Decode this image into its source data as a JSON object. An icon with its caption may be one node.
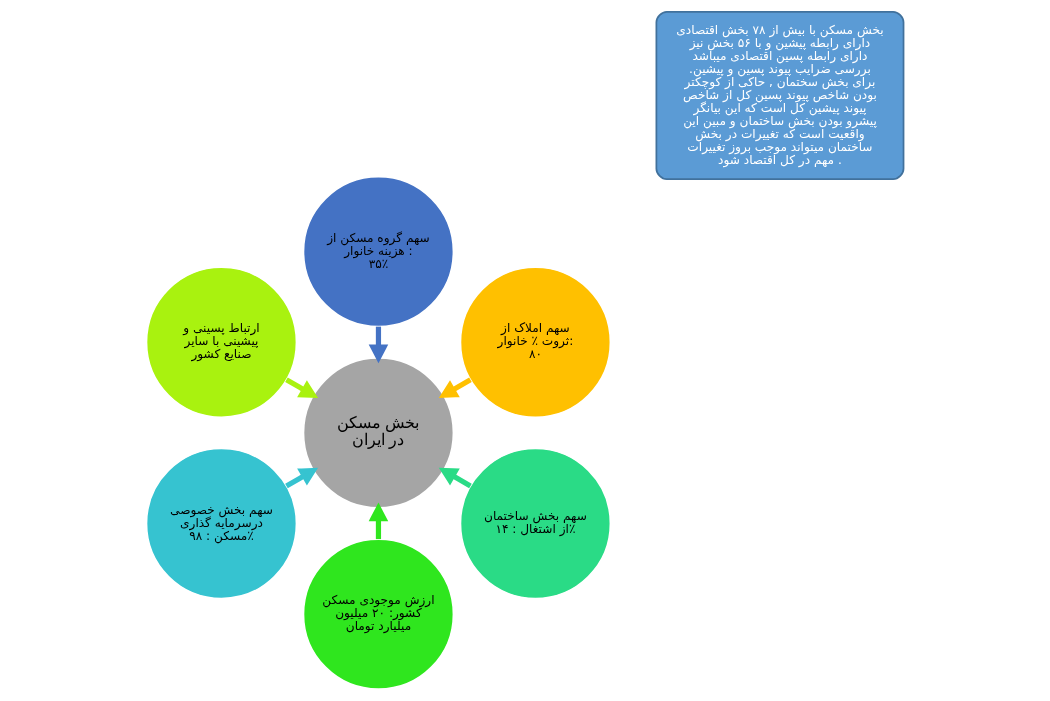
{
  "diagram": {
    "nodes": [
      {
        "text": [
          "بخش مسکن در ایران"
        ]
      },
      {
        "text": [
          "سهم املاک از ثروت ٪ خانوار: ۸۰"
        ]
      },
      {
        "text": [
          "سهم گروه مسکن از هزینه خانوار : ۳۵٪"
        ]
      },
      {
        "text": [
          "ارتباط پسینی و پیشینی با سایر صنایع کشور"
        ]
      },
      {
        "text": [
          "سهم بخش خصوصی درسرمایه گذاری مسکن : ۹۸٪"
        ]
      },
      {
        "text": [
          "ارزش موجودی مسکن کشور: ۲۰ میلیون میلیارد تومان"
        ]
      },
      {
        "text": [
          "سهم بخش ساختمان از اشتغال : ۱۴٪"
        ]
      },
      {
        "text": [
          "بخش مسکن با بیش از ۷۸ بخش اقتصادی دارای رابطه پیشین و با ۵۶ بخش نیز دارای رابطه پسین اقتصادی میباشد .بررسی ضرایب پیوند پسین و پیشین برای بخش سختمان , حاکی از کوچکتر بودن شاخص پیوند پسین کل از شاخص پیوند پیشین کل است که این بیانگر پیشرو بودن بخش ساختمان و مبین این واقعیت است که تغییرات در بخش ساختمان میتواند موجب بروز تغییرات مهم در کل اقتصاد شود ."
        ]
      }
    ],
    "edges": [
      {
        "from": 1,
        "to": 0,
        "arrow": "to",
        "color": "#ffc000"
      },
      {
        "from": 2,
        "to": 0,
        "arrow": "to",
        "color": "#4472c4"
      },
      {
        "from": 3,
        "to": 0,
        "arrow": "to",
        "color": "#a9f20f"
      },
      {
        "from": 4,
        "to": 0,
        "arrow": "to",
        "color": "#36c3d0"
      },
      {
        "from": 5,
        "to": 0,
        "arrow": "to",
        "color": "#2fe61e"
      },
      {
        "from": 6,
        "to": 0,
        "arrow": "to",
        "color": "#2adb86"
      }
    ]
  }
}
